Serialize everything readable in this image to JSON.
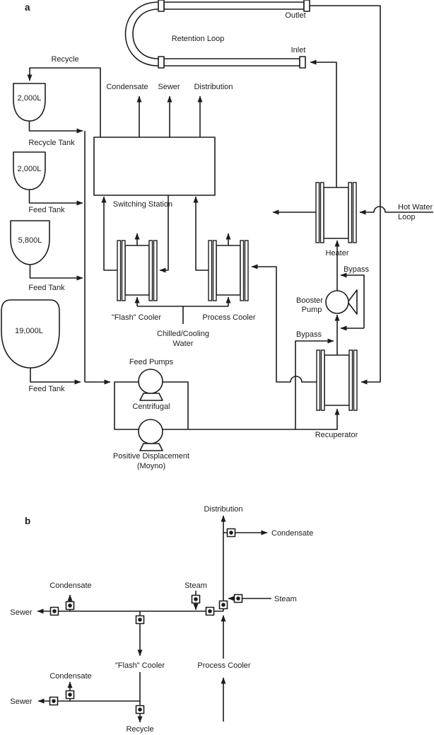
{
  "colors": {
    "ink": "#1c1c1c",
    "background": "#ffffff"
  },
  "panel_a": {
    "panel_label": "a",
    "retention_loop_label": "Retention Loop",
    "outlet_label": "Outlet",
    "inlet_label": "Inlet",
    "recycle_label": "Recycle",
    "station_outputs": {
      "condensate": "Condensate",
      "sewer": "Sewer",
      "distribution": "Distribution"
    },
    "tanks": [
      {
        "capacity": "2,000L",
        "name": "Recycle Tank"
      },
      {
        "capacity": "2,000L",
        "name": "Feed Tank"
      },
      {
        "capacity": "5,800L",
        "name": "Feed Tank"
      },
      {
        "capacity": "19,000L",
        "name": "Feed Tank"
      }
    ],
    "switching_station_label": "Switching Station",
    "flash_cooler_label": "\"Flash\" Cooler",
    "process_cooler_label": "Process Cooler",
    "chilled_water_label": [
      "Chilled/Cooling",
      "Water"
    ],
    "feed_pumps_label": "Feed Pumps",
    "centrifugal_label": "Centrifugal",
    "positive_displacement_label": [
      "Positive Displacement",
      "(Moyno)"
    ],
    "booster_pump_label": [
      "Booster",
      "Pump"
    ],
    "bypass_upper_label": "Bypass",
    "bypass_lower_label": "Bypass",
    "heater_label": "Heater",
    "hot_water_loop_label": [
      "Hot Water",
      "Loop"
    ],
    "recuperator_label": "Recuperator"
  },
  "panel_b": {
    "panel_label": "b",
    "distribution_label": "Distribution",
    "condensate_upper_label": "Condensate",
    "steam_left_label": "Steam",
    "steam_right_label": "Steam",
    "sewer_upper_label": "Sewer",
    "flash_cooler_label": "\"Flash\" Cooler",
    "process_cooler_label": "Process Cooler",
    "condensate_lower_label": "Condensate",
    "sewer_lower_label": "Sewer",
    "recycle_label": "Recycle"
  }
}
